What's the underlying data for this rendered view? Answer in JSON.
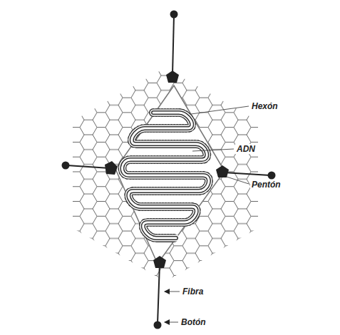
{
  "diagram": {
    "labels": [
      "Hexón",
      "ADN",
      "Pentón",
      "Fibra",
      "Botón"
    ]
  }
}
